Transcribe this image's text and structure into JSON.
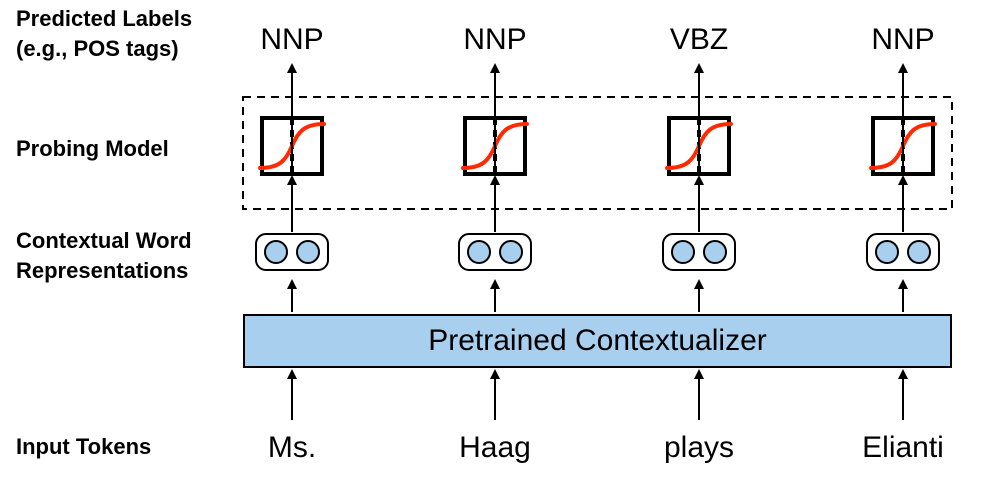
{
  "labels": {
    "predicted_line1": "Predicted Labels",
    "predicted_line2": "(e.g., POS tags)",
    "probing": "Probing Model",
    "contextual_line1": "Contextual Word",
    "contextual_line2": "Representations",
    "input": "Input Tokens"
  },
  "contextualizer": "Pretrained Contextualizer",
  "columns": [
    {
      "tag": "NNP",
      "token": "Ms."
    },
    {
      "tag": "NNP",
      "token": "Haag"
    },
    {
      "tag": "VBZ",
      "token": "plays"
    },
    {
      "tag": "NNP",
      "token": "Elianti"
    }
  ],
  "colors": {
    "contextualizer_fill": "#a9cfef",
    "node_fill": "#a9cfef",
    "sigmoid": "#ff2a00"
  }
}
